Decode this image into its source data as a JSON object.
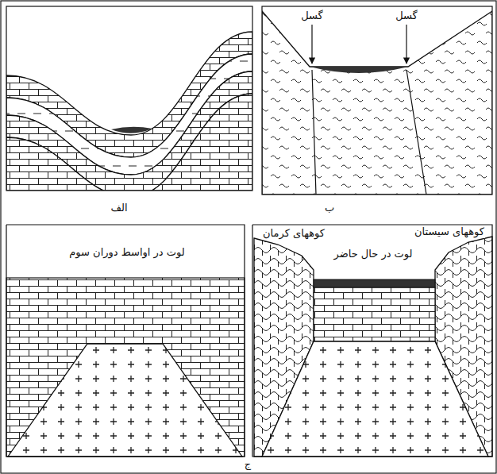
{
  "diagram": {
    "labels": [
      "گسل",
      "گسل",
      "الف",
      "ب",
      "لوت در اواسط دوران سوم",
      "کوههای کرمان",
      "کوههای سیستان",
      "لوت در حال حاضر",
      "ج"
    ]
  }
}
